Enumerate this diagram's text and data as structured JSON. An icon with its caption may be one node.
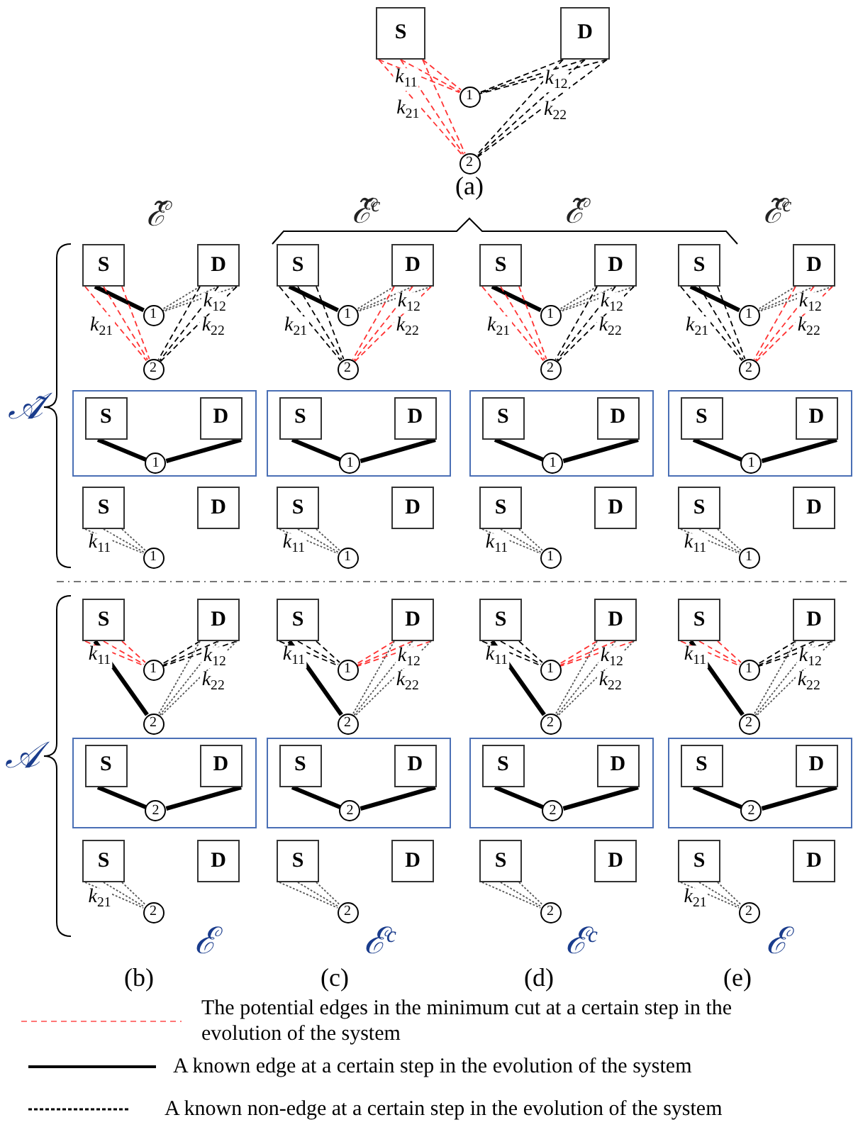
{
  "diagram": {
    "nodes": [
      {
        "text": [
          "S"
        ]
      },
      {
        "text": [
          "D"
        ]
      },
      {
        "text": [
          "1"
        ]
      },
      {
        "text": [
          "2"
        ]
      },
      {
        "text": [
          "S"
        ]
      },
      {
        "text": [
          "D"
        ]
      },
      {
        "text": [
          "1"
        ]
      },
      {
        "text": [
          "2"
        ]
      },
      {
        "text": [
          "S"
        ]
      },
      {
        "text": [
          "D"
        ]
      },
      {
        "text": [
          "1"
        ]
      },
      {
        "text": [
          "2"
        ]
      },
      {
        "text": [
          "S"
        ]
      },
      {
        "text": [
          "D"
        ]
      },
      {
        "text": [
          "1"
        ]
      },
      {
        "text": [
          "2"
        ]
      },
      {
        "text": [
          "S"
        ]
      },
      {
        "text": [
          "D"
        ]
      },
      {
        "text": [
          "1"
        ]
      },
      {
        "text": [
          "2"
        ]
      },
      {
        "text": [],
        "shape": "box"
      },
      {
        "text": [
          "S"
        ],
        "in": 20
      },
      {
        "text": [
          "D"
        ],
        "in": 20
      },
      {
        "text": [
          "1"
        ],
        "in": 20
      },
      {
        "text": [],
        "shape": "box"
      },
      {
        "text": [
          "S"
        ],
        "in": 24
      },
      {
        "text": [
          "D"
        ],
        "in": 24
      },
      {
        "text": [
          "1"
        ],
        "in": 24
      },
      {
        "text": [],
        "shape": "box"
      },
      {
        "text": [
          "S"
        ],
        "in": 28
      },
      {
        "text": [
          "D"
        ],
        "in": 28
      },
      {
        "text": [
          "1"
        ],
        "in": 28
      },
      {
        "text": [],
        "shape": "box"
      },
      {
        "text": [
          "S"
        ],
        "in": 32
      },
      {
        "text": [
          "D"
        ],
        "in": 32
      },
      {
        "text": [
          "1"
        ],
        "in": 32
      },
      {
        "text": [
          "S"
        ]
      },
      {
        "text": [
          "D"
        ]
      },
      {
        "text": [
          "1"
        ]
      },
      {
        "text": [
          "S"
        ]
      },
      {
        "text": [
          "D"
        ]
      },
      {
        "text": [
          "1"
        ]
      },
      {
        "text": [
          "S"
        ]
      },
      {
        "text": [
          "D"
        ]
      },
      {
        "text": [
          "1"
        ]
      },
      {
        "text": [
          "S"
        ]
      },
      {
        "text": [
          "D"
        ]
      },
      {
        "text": [
          "1"
        ]
      },
      {
        "text": [
          "S"
        ]
      },
      {
        "text": [
          "D"
        ]
      },
      {
        "text": [
          "1"
        ]
      },
      {
        "text": [
          "2"
        ]
      },
      {
        "text": [
          "S"
        ]
      },
      {
        "text": [
          "D"
        ]
      },
      {
        "text": [
          "1"
        ]
      },
      {
        "text": [
          "2"
        ]
      },
      {
        "text": [
          "S"
        ]
      },
      {
        "text": [
          "D"
        ]
      },
      {
        "text": [
          "1"
        ]
      },
      {
        "text": [
          "2"
        ]
      },
      {
        "text": [
          "S"
        ]
      },
      {
        "text": [
          "D"
        ]
      },
      {
        "text": [
          "1"
        ]
      },
      {
        "text": [
          "2"
        ]
      },
      {
        "text": [],
        "shape": "box"
      },
      {
        "text": [
          "S"
        ],
        "in": 64
      },
      {
        "text": [
          "D"
        ],
        "in": 64
      },
      {
        "text": [
          "2"
        ],
        "in": 64
      },
      {
        "text": [],
        "shape": "box"
      },
      {
        "text": [
          "S"
        ],
        "in": 68
      },
      {
        "text": [
          "D"
        ],
        "in": 68
      },
      {
        "text": [
          "2"
        ],
        "in": 68
      },
      {
        "text": [],
        "shape": "box"
      },
      {
        "text": [
          "S"
        ],
        "in": 72
      },
      {
        "text": [
          "D"
        ],
        "in": 72
      },
      {
        "text": [
          "2"
        ],
        "in": 72
      },
      {
        "text": [],
        "shape": "box"
      },
      {
        "text": [
          "S"
        ],
        "in": 76
      },
      {
        "text": [
          "D"
        ],
        "in": 76
      },
      {
        "text": [
          "2"
        ],
        "in": 76
      },
      {
        "text": [
          "S"
        ]
      },
      {
        "text": [
          "D"
        ]
      },
      {
        "text": [
          "2"
        ]
      },
      {
        "text": [
          "S"
        ]
      },
      {
        "text": [
          "D"
        ]
      },
      {
        "text": [
          "2"
        ]
      },
      {
        "text": [
          "S"
        ]
      },
      {
        "text": [
          "D"
        ]
      },
      {
        "text": [
          "2"
        ]
      },
      {
        "text": [
          "S"
        ]
      },
      {
        "text": [
          "D"
        ]
      },
      {
        "text": [
          "2"
        ]
      }
    ],
    "edges": [
      {
        "from": 0,
        "to": 2,
        "arrow": "none",
        "style": "dashed",
        "color": "#ff3333",
        "label": "k$_{11}$"
      },
      {
        "from": 1,
        "to": 2,
        "arrow": "none",
        "style": "dashed",
        "label": "k$_{12}$"
      },
      {
        "from": 0,
        "to": 3,
        "arrow": "none",
        "style": "dashed",
        "color": "#ff3333",
        "label": "k$_{21}$"
      },
      {
        "from": 1,
        "to": 3,
        "arrow": "none",
        "style": "dashed",
        "label": "k$_{22}$"
      },
      {
        "from": 4,
        "to": 6,
        "arrow": "none",
        "style": "thick"
      },
      {
        "from": 5,
        "to": 6,
        "arrow": "none",
        "style": "dashed",
        "color": "#555555",
        "label": "k$_{12}$"
      },
      {
        "from": 4,
        "to": 7,
        "arrow": "none",
        "style": "dashed",
        "color": "#ff3333",
        "label": "k$_{21}$"
      },
      {
        "from": 5,
        "to": 7,
        "arrow": "none",
        "style": "dashed",
        "label": "k$_{22}$"
      },
      {
        "from": 8,
        "to": 10,
        "arrow": "none",
        "style": "thick"
      },
      {
        "from": 9,
        "to": 10,
        "arrow": "none",
        "style": "dashed",
        "color": "#555555",
        "label": "k$_{12}$"
      },
      {
        "from": 8,
        "to": 11,
        "arrow": "none",
        "style": "dashed",
        "label": "k$_{21}$"
      },
      {
        "from": 9,
        "to": 11,
        "arrow": "none",
        "style": "dashed",
        "color": "#ff3333",
        "label": "k$_{22}$"
      },
      {
        "from": 12,
        "to": 14,
        "arrow": "none",
        "style": "thick"
      },
      {
        "from": 13,
        "to": 14,
        "arrow": "none",
        "style": "dashed",
        "color": "#555555",
        "label": "k$_{12}$"
      },
      {
        "from": 12,
        "to": 15,
        "arrow": "none",
        "style": "dashed",
        "color": "#ff3333",
        "label": "k$_{21}$"
      },
      {
        "from": 13,
        "to": 15,
        "arrow": "none",
        "style": "dashed",
        "label": "k$_{22}$"
      },
      {
        "from": 16,
        "to": 18,
        "arrow": "none",
        "style": "thick"
      },
      {
        "from": 17,
        "to": 18,
        "arrow": "none",
        "style": "dashed",
        "color": "#555555",
        "label": "k$_{12}$"
      },
      {
        "from": 16,
        "to": 19,
        "arrow": "none",
        "style": "dashed",
        "label": "k$_{21}$"
      },
      {
        "from": 17,
        "to": 19,
        "arrow": "none",
        "style": "dashed",
        "color": "#ff3333",
        "label": "k$_{22}$"
      },
      {
        "from": 21,
        "to": 23,
        "arrow": "none",
        "style": "thick"
      },
      {
        "from": 22,
        "to": 23,
        "arrow": "none",
        "style": "thick"
      },
      {
        "from": 25,
        "to": 27,
        "arrow": "none",
        "style": "thick"
      },
      {
        "from": 26,
        "to": 27,
        "arrow": "none",
        "style": "thick"
      },
      {
        "from": 29,
        "to": 31,
        "arrow": "none",
        "style": "thick"
      },
      {
        "from": 30,
        "to": 31,
        "arrow": "none",
        "style": "thick"
      },
      {
        "from": 33,
        "to": 35,
        "arrow": "none",
        "style": "thick"
      },
      {
        "from": 34,
        "to": 35,
        "arrow": "none",
        "style": "thick"
      },
      {
        "from": 36,
        "to": 38,
        "arrow": "none",
        "style": "dashed",
        "color": "#555555",
        "label": "k$_{11}$"
      },
      {
        "from": 39,
        "to": 41,
        "arrow": "none",
        "style": "dashed",
        "color": "#555555",
        "label": "k$_{11}$"
      },
      {
        "from": 42,
        "to": 44,
        "arrow": "none",
        "style": "dashed",
        "color": "#555555",
        "label": "k$_{11}$"
      },
      {
        "from": 45,
        "to": 47,
        "arrow": "none",
        "style": "dashed",
        "color": "#555555",
        "label": "k$_{11}$"
      },
      {
        "from": 48,
        "to": 51,
        "arrow": "none",
        "style": "thick"
      },
      {
        "from": 48,
        "to": 50,
        "arrow": "none",
        "style": "dashed",
        "color": "#ff3333",
        "label": "k$_{11}$"
      },
      {
        "from": 49,
        "to": 50,
        "arrow": "none",
        "style": "dashed",
        "label": "k$_{12}$"
      },
      {
        "from": 49,
        "to": 51,
        "arrow": "none",
        "style": "dashed",
        "color": "#555555",
        "label": "k$_{22}$"
      },
      {
        "from": 52,
        "to": 55,
        "arrow": "none",
        "style": "thick"
      },
      {
        "from": 52,
        "to": 54,
        "arrow": "none",
        "style": "dashed",
        "label": "k$_{11}$"
      },
      {
        "from": 53,
        "to": 54,
        "arrow": "none",
        "style": "dashed",
        "color": "#ff3333",
        "label": "k$_{12}$"
      },
      {
        "from": 53,
        "to": 55,
        "arrow": "none",
        "style": "dashed",
        "color": "#555555",
        "label": "k$_{22}$"
      },
      {
        "from": 56,
        "to": 59,
        "arrow": "none",
        "style": "thick"
      },
      {
        "from": 56,
        "to": 58,
        "arrow": "none",
        "style": "dashed",
        "label": "k$_{11}$"
      },
      {
        "from": 57,
        "to": 58,
        "arrow": "none",
        "style": "dashed",
        "color": "#ff3333",
        "label": "k$_{12}$"
      },
      {
        "from": 57,
        "to": 59,
        "arrow": "none",
        "style": "dashed",
        "color": "#555555",
        "label": "k$_{22}$"
      },
      {
        "from": 60,
        "to": 63,
        "arrow": "none",
        "style": "thick"
      },
      {
        "from": 60,
        "to": 62,
        "arrow": "none",
        "style": "dashed",
        "color": "#ff3333",
        "label": "k$_{11}$"
      },
      {
        "from": 61,
        "to": 62,
        "arrow": "none",
        "style": "dashed",
        "label": "k$_{12}$"
      },
      {
        "from": 61,
        "to": 63,
        "arrow": "none",
        "style": "dashed",
        "color": "#555555",
        "label": "k$_{22}$"
      },
      {
        "from": 65,
        "to": 67,
        "arrow": "none",
        "style": "thick"
      },
      {
        "from": 66,
        "to": 67,
        "arrow": "none",
        "style": "thick"
      },
      {
        "from": 69,
        "to": 71,
        "arrow": "none",
        "style": "thick"
      },
      {
        "from": 70,
        "to": 71,
        "arrow": "none",
        "style": "thick"
      },
      {
        "from": 73,
        "to": 75,
        "arrow": "none",
        "style": "thick"
      },
      {
        "from": 74,
        "to": 75,
        "arrow": "none",
        "style": "thick"
      },
      {
        "from": 77,
        "to": 79,
        "arrow": "none",
        "style": "thick"
      },
      {
        "from": 78,
        "to": 79,
        "arrow": "none",
        "style": "thick"
      },
      {
        "from": 80,
        "to": 82,
        "arrow": "none",
        "style": "dashed",
        "color": "#555555",
        "label": "k$_{21}$"
      },
      {
        "from": 83,
        "to": 85,
        "arrow": "none",
        "style": "dashed",
        "color": "#555555"
      },
      {
        "from": 86,
        "to": 88,
        "arrow": "none",
        "style": "dashed",
        "color": "#555555"
      },
      {
        "from": 89,
        "to": 91,
        "arrow": "none",
        "style": "dashed",
        "color": "#555555",
        "label": "k$_{21}$"
      }
    ],
    "labels": [
      "(a)",
      "ℰ̃",
      "ℰ̃$^{c}$",
      "ℰ̃",
      "ℰ̃$^{c}$",
      "𝒜̃",
      "𝒜",
      "ℰ",
      "ℰ$^{c}$",
      "ℰ$^{c}$",
      "ℰ",
      "(b)",
      "(c)",
      "(d)",
      "(e)"
    ],
    "legend": [
      {
        "text": "The potential edges in the minimum cut at a certain step in the evolution of the system"
      },
      {
        "text": "A known edge at a certain step in the evolution of the system"
      },
      {
        "text": "A known non-edge at a certain step in the evolution of the system"
      }
    ]
  }
}
